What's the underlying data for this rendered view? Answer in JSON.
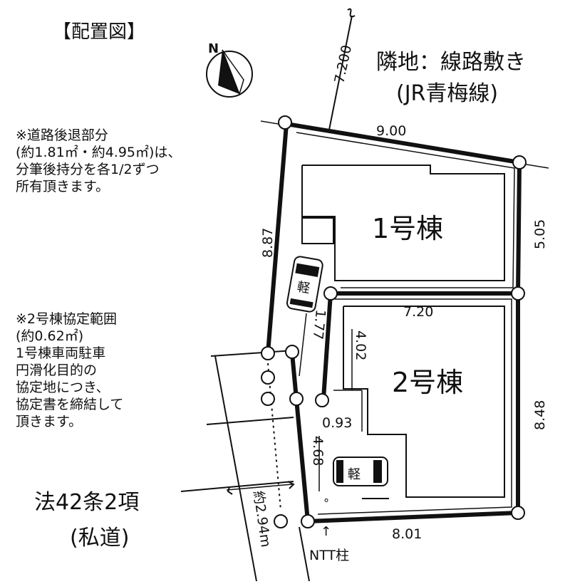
{
  "title": "【配置図】",
  "neighbor": {
    "line1": "隣地：線路敷き",
    "line2": "(JR青梅線)"
  },
  "compass_label": "N",
  "note_setback": [
    "※道路後退部分",
    "(約1.81㎡・約4.95㎡)は、",
    "分筆後持分を各1/2ずつ",
    "所有頂きます。"
  ],
  "note_agreement": [
    "※2号棟協定範囲",
    " (約0.62㎡)",
    " 1号棟車両駐車",
    " 円滑化目的の",
    " 協定地につき、",
    " 協定書を締結して",
    " 頂きます。"
  ],
  "law": {
    "line1": "法42条2項",
    "line2": "(私道)"
  },
  "buildings": {
    "b1": "1号棟",
    "b2": "2号棟"
  },
  "car_label": "軽",
  "ntt": {
    "arrow": "↑",
    "label": "NTT柱"
  },
  "dims": {
    "top_length": "7.200",
    "lot1_north": "9.00",
    "lot1_east": "5.05",
    "lot1_west": "8.87",
    "lot2_north": "7.20",
    "lot2_east": "8.48",
    "lot2_south": "8.01",
    "lot2_inner": "4.02",
    "lot2_small": "0.93",
    "lot2_west": "4.68",
    "diag": "1.77",
    "road_width": "約2.94m",
    "degree": "°"
  }
}
